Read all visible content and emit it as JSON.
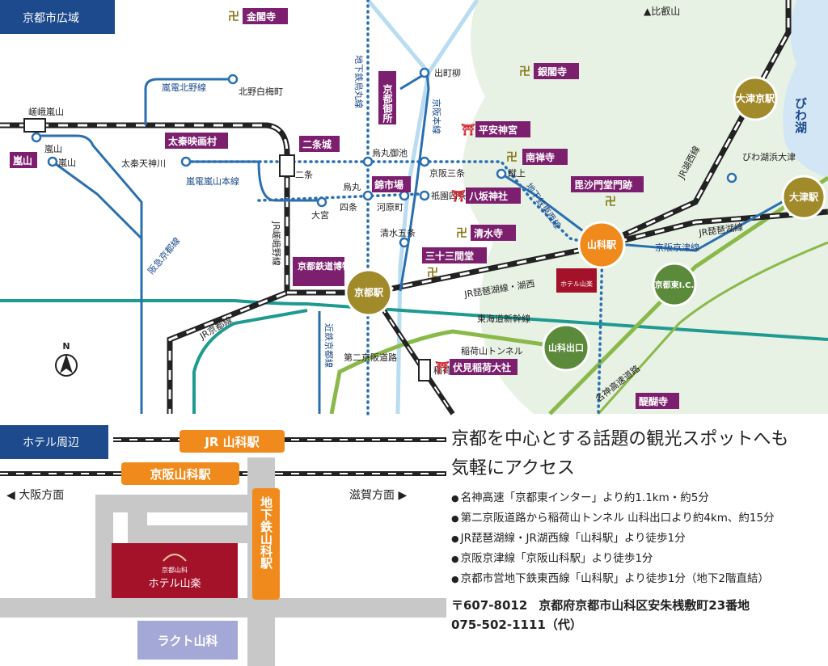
{
  "region_label": "京都市広域",
  "hotel_area_label": "ホテル周辺",
  "north": "N",
  "mountain": "▲比叡山",
  "lake": "びわ湖",
  "temples": {
    "kinkakuji": "金閣寺",
    "ginkakuji": "銀閣寺",
    "heian": "平安神宮",
    "nanzenji": "南禅寺",
    "bishamon": "毘沙門堂門跡",
    "yasaka": "八坂神社",
    "kiyomizu": "清水寺",
    "sanjusangen": "三十三間堂",
    "fushimi": "伏見稲荷大社",
    "daigoji": "醍醐寺",
    "nijo": "二条城",
    "nishiki": "錦市場",
    "gosho": "京都御所",
    "uzumasa": "太秦映画村",
    "arashiyama": "嵐山",
    "museum": "京都鉄道博物館"
  },
  "stations": {
    "saga": "嵯峨嵐山",
    "arashiyama1": "嵐山",
    "arashiyama2": "嵐山",
    "kitano": "北野白梅町",
    "demachi": "出町柳",
    "karasumaoike": "烏丸御池",
    "nijo": "二条",
    "sanjo": "京阪三条",
    "uzumasa": "太秦天神川",
    "karasuma": "烏丸",
    "shijo": "四条",
    "kawaramachi": "河原町",
    "gion": "祇園四条",
    "omiya": "大宮",
    "keage": "蹴上",
    "kiyomizugojo": "清水五条",
    "inari": "稲荷",
    "biwako_hamaotsu": "びわ湖浜大津"
  },
  "circles": {
    "otsukyo": "大津京駅",
    "otsu": "大津駅",
    "yamashina": "山科駅",
    "kyoto": "京都駅",
    "kyotohigashi": "京都東I.C.",
    "yamashinadeguchi": "山科出口"
  },
  "lines": {
    "randen_kitano": "嵐電北野線",
    "randen_arashiyama": "嵐電嵐山本線",
    "hankyu": "阪急京都線",
    "jr_sagano": "JR嵯峨野線",
    "jr_kyoto": "JR京都線",
    "karasuma_subway": "地下鉄烏丸線",
    "keihan": "京阪本線",
    "tozai": "地下鉄東西線",
    "jr_kosei": "JR湖西線",
    "jr_biwako_l": "JR琵琶湖線",
    "keihan_keishin": "京阪京津線",
    "jr_biwako_kosei": "JR琵琶湖線・湖西",
    "tokaido": "東海道新幹線",
    "inariyama": "稲荷山トンネル",
    "daini": "第二京阪道路",
    "kintetsu": "近鉄京都線",
    "meishin": "名神高速道路"
  },
  "hotel_map": {
    "jr_station": "JR 山科駅",
    "keihan_station": "京阪山科駅",
    "osaka": "◀ 大阪方面",
    "shiga": "滋賀方面 ▶",
    "subway_station": "地下鉄山科駅",
    "hotel_small": "京都山科",
    "hotel_name": "ホテル山楽",
    "lacto": "ラクト山科"
  },
  "info": {
    "headline_1": "京都を中心とする話題の観光スポットへも",
    "headline_2": "気軽にアクセス",
    "bullets": [
      "名神高速「京都東インター」より約1.1km・約5分",
      "第二京阪道路から稲荷山トンネル 山科出口より約4km、約15分",
      "JR琵琶湖線・JR湖西線「山科駅」より徒歩1分",
      "京阪京津線「京阪山科駅」より徒歩1分",
      "京都市営地下鉄東西線「山科駅」より徒歩1分（地下2階直結）"
    ],
    "postal": "〒607-8012",
    "address": "京都府京都市山科区安朱桟敷町23番地",
    "tel": "075-502-1111（代）"
  },
  "colors": {
    "purple": "#7b1f6e",
    "navy": "#1d4a8c",
    "orange": "#f08a1c",
    "olive": "#a08a2a",
    "green": "#5a8a3a",
    "hotel_red": "#a4122a",
    "teal": "#1f9a90"
  }
}
